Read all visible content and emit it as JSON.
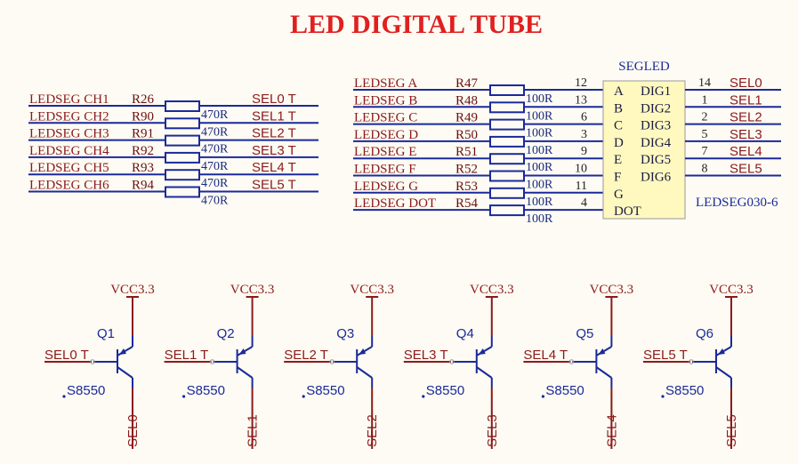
{
  "title": "LED DIGITAL TUBE",
  "left_group": {
    "rows": [
      {
        "net": "LEDSEG_CH1",
        "designator": "R26",
        "value": "470R",
        "out": "SEL0_T"
      },
      {
        "net": "LEDSEG_CH2",
        "designator": "R90",
        "value": "470R",
        "out": "SEL1_T"
      },
      {
        "net": "LEDSEG_CH3",
        "designator": "R91",
        "value": "470R",
        "out": "SEL2_T"
      },
      {
        "net": "LEDSEG_CH4",
        "designator": "R92",
        "value": "470R",
        "out": "SEL3_T"
      },
      {
        "net": "LEDSEG_CH5",
        "designator": "R93",
        "value": "470R",
        "out": "SEL4_T"
      },
      {
        "net": "LEDSEG_CH6",
        "designator": "R94",
        "value": "470R",
        "out": "SEL5_T"
      }
    ]
  },
  "segment_group": {
    "rows": [
      {
        "net": "LEDSEG_A",
        "designator": "R47",
        "value": "100R",
        "pin": "12",
        "seg": "A"
      },
      {
        "net": "LEDSEG_B",
        "designator": "R48",
        "value": "100R",
        "pin": "13",
        "seg": "B"
      },
      {
        "net": "LEDSEG_C",
        "designator": "R49",
        "value": "100R",
        "pin": "6",
        "seg": "C"
      },
      {
        "net": "LEDSEG_D",
        "designator": "R50",
        "value": "100R",
        "pin": "3",
        "seg": "D"
      },
      {
        "net": "LEDSEG_E",
        "designator": "R51",
        "value": "100R",
        "pin": "9",
        "seg": "E"
      },
      {
        "net": "LEDSEG_F",
        "designator": "R52",
        "value": "100R",
        "pin": "10",
        "seg": "F"
      },
      {
        "net": "LEDSEG_G",
        "designator": "R53",
        "value": "100R",
        "pin": "11",
        "seg": "G"
      },
      {
        "net": "LEDSEG_DOT",
        "designator": "R54",
        "value": "100R",
        "pin": "4",
        "seg": "DOT"
      }
    ]
  },
  "chip": {
    "designator": "SEGLED",
    "part": "LEDSEG030-6",
    "digits": [
      {
        "label": "DIG1",
        "pin": "14",
        "net": "SEL0"
      },
      {
        "label": "DIG2",
        "pin": "1",
        "net": "SEL1"
      },
      {
        "label": "DIG3",
        "pin": "2",
        "net": "SEL2"
      },
      {
        "label": "DIG4",
        "pin": "5",
        "net": "SEL3"
      },
      {
        "label": "DIG5",
        "pin": "7",
        "net": "SEL4"
      },
      {
        "label": "DIG6",
        "pin": "8",
        "net": "SEL5"
      }
    ]
  },
  "transistors": [
    {
      "designator": "Q1",
      "part": "S8550",
      "supply": "VCC3.3",
      "base_net": "SEL0_T",
      "collector_net": "SEL0"
    },
    {
      "designator": "Q2",
      "part": "S8550",
      "supply": "VCC3.3",
      "base_net": "SEL1_T",
      "collector_net": "SEL1"
    },
    {
      "designator": "Q3",
      "part": "S8550",
      "supply": "VCC3.3",
      "base_net": "SEL2_T",
      "collector_net": "SEL2"
    },
    {
      "designator": "Q4",
      "part": "S8550",
      "supply": "VCC3.3",
      "base_net": "SEL3_T",
      "collector_net": "SEL3"
    },
    {
      "designator": "Q5",
      "part": "S8550",
      "supply": "VCC3.3",
      "base_net": "SEL4_T",
      "collector_net": "SEL4"
    },
    {
      "designator": "Q6",
      "part": "S8550",
      "supply": "VCC3.3",
      "base_net": "SEL5_T",
      "collector_net": "SEL5"
    }
  ],
  "colors": {
    "net": "#8b1a1a",
    "wire": "#1a2a9a",
    "title": "#e02020",
    "chip_fill": "#fff9c0"
  }
}
